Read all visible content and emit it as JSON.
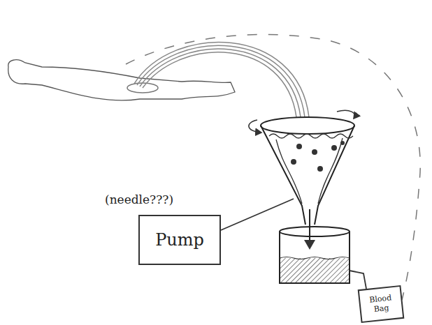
{
  "diagram": {
    "nodes": [
      {
        "text": [
          "(needle???)",
          "Pump"
        ]
      },
      {
        "text": [
          "Blood Bag"
        ]
      }
    ]
  }
}
